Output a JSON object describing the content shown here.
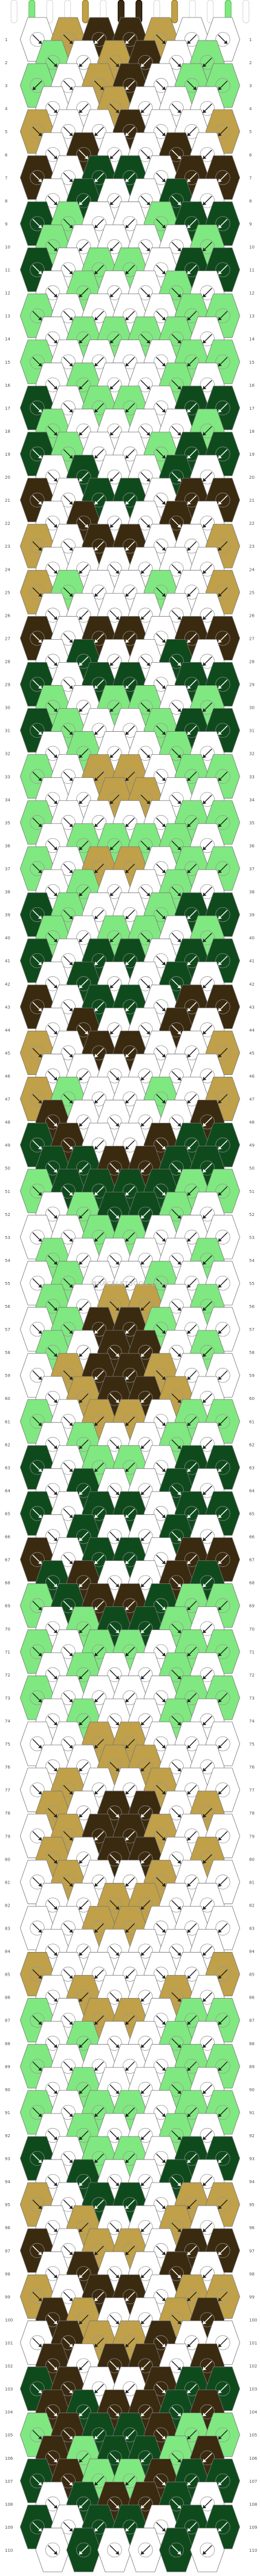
{
  "pattern": {
    "rows": 110,
    "knots_per_row_even": 7,
    "knots_per_row_odd": 6,
    "strands": 14,
    "watermark": "BRACELETBOOK.COM",
    "colors": {
      "A": "#ffffff",
      "B": "#80e880",
      "C": "#c0a048",
      "D": "#3a2a10",
      "E": "#0f4a1c"
    },
    "strand_colors_top": [
      "A",
      "B",
      "A",
      "A",
      "C",
      "A",
      "D",
      "D",
      "A",
      "C",
      "A",
      "A",
      "B",
      "A"
    ],
    "row_labels": [
      "1",
      "2",
      "3",
      "4",
      "5",
      "6",
      "7",
      "8",
      "9",
      "10",
      "11",
      "12",
      "13",
      "14",
      "15",
      "16",
      "17",
      "18",
      "19",
      "20",
      "21",
      "22",
      "23",
      "24",
      "25",
      "26",
      "27",
      "28",
      "29",
      "30",
      "31",
      "32",
      "33",
      "34",
      "35",
      "36",
      "37",
      "38",
      "39",
      "40",
      "41",
      "42",
      "43",
      "44",
      "45",
      "46",
      "47",
      "48",
      "49",
      "50",
      "51",
      "52",
      "53",
      "54",
      "55",
      "56",
      "57",
      "58",
      "59",
      "60",
      "61",
      "62",
      "63",
      "64",
      "65",
      "66",
      "67",
      "68",
      "69",
      "70",
      "71",
      "72",
      "73",
      "74",
      "75",
      "76",
      "77",
      "78",
      "79",
      "80",
      "81",
      "82",
      "83",
      "84",
      "85",
      "86",
      "87",
      "88",
      "89",
      "90",
      "91",
      "92",
      "93",
      "94",
      "95",
      "96",
      "97",
      "98",
      "99",
      "100",
      "101",
      "102",
      "103",
      "104",
      "105",
      "106",
      "107",
      "108",
      "109",
      "110"
    ],
    "knots": [
      [
        "A:fl",
        "C:f",
        "D:b",
        "D:b",
        "C:f",
        "A:b",
        "A:fl"
      ],
      [
        "B:f",
        "A:b",
        "C:f",
        "D:b",
        "A:fl",
        "B:b"
      ],
      [
        "B:b",
        "A:fl",
        "C:f",
        "D:b",
        "A:fl",
        "B:f",
        "B:b"
      ],
      [
        "A:f",
        "A:b",
        "C:f",
        "A:b",
        "A:f",
        "A:b"
      ],
      [
        "C:f",
        "A:fl",
        "A:b",
        "D:b",
        "A:f",
        "A:b",
        "C:b"
      ],
      [
        "A:f",
        "D:fl",
        "A:b",
        "A:fl",
        "D:f",
        "A:b"
      ],
      [
        "D:f",
        "A:fl",
        "E:b",
        "E:b",
        "A:fl",
        "D:b",
        "D:b"
      ],
      [
        "A:f",
        "E:b",
        "A:b",
        "A:fl",
        "E:f",
        "A:b"
      ],
      [
        "E:f",
        "B:fl",
        "A:b",
        "A:b",
        "B:f",
        "E:b",
        "E:b"
      ],
      [
        "B:f",
        "A:b",
        "A:b",
        "A:fl",
        "A:f",
        "B:b"
      ],
      [
        "E:f",
        "A:fl",
        "B:b",
        "B:b",
        "A:fl",
        "E:b",
        "E:b"
      ],
      [
        "A:f",
        "B:b",
        "A:b",
        "A:fl",
        "B:f",
        "A:b"
      ],
      [
        "B:f",
        "A:fl",
        "A:b",
        "A:b",
        "A:f",
        "B:b",
        "B:b"
      ],
      [
        "A:f",
        "B:b",
        "B:b",
        "B:fl",
        "B:f",
        "A:b"
      ],
      [
        "B:f",
        "A:fl",
        "A:b",
        "A:b",
        "A:f",
        "B:b",
        "B:b"
      ],
      [
        "A:f",
        "B:b",
        "A:b",
        "A:fl",
        "B:f",
        "A:b"
      ],
      [
        "E:f",
        "A:fl",
        "B:b",
        "B:b",
        "A:fl",
        "E:b",
        "E:b"
      ],
      [
        "B:f",
        "A:b",
        "A:b",
        "A:fl",
        "A:f",
        "B:b"
      ],
      [
        "E:f",
        "B:fl",
        "A:b",
        "A:b",
        "B:f",
        "E:b",
        "E:b"
      ],
      [
        "A:f",
        "E:b",
        "A:b",
        "A:fl",
        "E:f",
        "A:b"
      ],
      [
        "D:f",
        "A:fl",
        "E:b",
        "E:b",
        "A:fl",
        "D:b",
        "D:b"
      ],
      [
        "A:f",
        "D:fl",
        "A:b",
        "A:fl",
        "D:f",
        "A:b"
      ],
      [
        "C:f",
        "A:fl",
        "D:b",
        "D:b",
        "A:f",
        "A:b",
        "C:b"
      ],
      [
        "A:f",
        "A:b",
        "A:f",
        "A:b",
        "A:f",
        "A:b"
      ],
      [
        "C:f",
        "B:fl",
        "A:b",
        "A:b",
        "B:f",
        "A:b",
        "C:b"
      ],
      [
        "A:f",
        "A:b",
        "A:f",
        "A:b",
        "A:f",
        "A:b"
      ],
      [
        "D:f",
        "A:fl",
        "D:b",
        "D:b",
        "A:fl",
        "D:b",
        "D:b"
      ],
      [
        "A:f",
        "E:b",
        "A:b",
        "A:fl",
        "E:f",
        "A:b"
      ],
      [
        "E:f",
        "A:fl",
        "E:b",
        "E:b",
        "A:fl",
        "E:b",
        "E:b"
      ],
      [
        "B:f",
        "A:b",
        "B:b",
        "B:fl",
        "A:f",
        "B:b"
      ],
      [
        "E:f",
        "B:fl",
        "A:b",
        "A:b",
        "B:f",
        "E:b",
        "E:b"
      ],
      [
        "A:f",
        "B:b",
        "A:b",
        "A:fl",
        "B:f",
        "A:b"
      ],
      [
        "B:f",
        "A:fl",
        "C:b",
        "C:b",
        "A:f",
        "B:b",
        "B:b"
      ],
      [
        "A:f",
        "A:b",
        "C:b",
        "C:fl",
        "A:f",
        "A:b"
      ],
      [
        "B:f",
        "A:fl",
        "A:b",
        "A:b",
        "A:f",
        "B:b",
        "B:b"
      ],
      [
        "A:f",
        "B:b",
        "B:b",
        "B:fl",
        "B:f",
        "A:b"
      ],
      [
        "B:f",
        "A:fl",
        "C:b",
        "C:b",
        "A:f",
        "B:b",
        "B:b"
      ],
      [
        "A:f",
        "B:b",
        "A:b",
        "A:fl",
        "B:f",
        "A:b"
      ],
      [
        "E:f",
        "B:fl",
        "A:b",
        "A:b",
        "B:f",
        "E:b",
        "E:b"
      ],
      [
        "B:f",
        "A:b",
        "B:b",
        "B:fl",
        "A:f",
        "B:b"
      ],
      [
        "E:f",
        "A:fl",
        "E:b",
        "E:b",
        "A:fl",
        "E:b",
        "E:b"
      ],
      [
        "A:f",
        "E:b",
        "A:b",
        "A:fl",
        "E:f",
        "A:b"
      ],
      [
        "D:f",
        "A:fl",
        "E:b",
        "E:b",
        "A:fl",
        "D:b",
        "D:b"
      ],
      [
        "A:f",
        "D:fl",
        "A:b",
        "A:fl",
        "D:f",
        "A:b"
      ],
      [
        "C:f",
        "A:fl",
        "D:b",
        "D:b",
        "A:f",
        "A:b",
        "C:b"
      ],
      [
        "A:f",
        "A:b",
        "A:f",
        "A:b",
        "A:f",
        "A:b"
      ],
      [
        "C:f",
        "B:fl",
        "A:b",
        "A:b",
        "B:f",
        "A:b",
        "C:b"
      ],
      [
        "D:f",
        "A:b",
        "A:f",
        "A:b",
        "A:f",
        "D:b"
      ],
      [
        "E:f",
        "D:fl",
        "A:b",
        "A:b",
        "D:f",
        "E:b",
        "E:b"
      ],
      [
        "E:f",
        "E:b",
        "D:f",
        "D:b",
        "E:f",
        "E:b"
      ],
      [
        "B:f",
        "E:fl",
        "E:b",
        "E:b",
        "E:f",
        "B:b",
        "B:b"
      ],
      [
        "A:f",
        "B:b",
        "E:f",
        "E:b",
        "B:f",
        "A:b"
      ],
      [
        "A:f",
        "A:fl",
        "B:b",
        "B:b",
        "A:f",
        "A:b",
        "A:b"
      ],
      [
        "B:f",
        "A:b",
        "A:f",
        "A:b",
        "A:f",
        "B:b"
      ],
      [
        "A:f",
        "B:fl",
        "A:b",
        "A:b",
        "B:f",
        "A:b",
        "A:b"
      ],
      [
        "B:f",
        "A:b",
        "C:f",
        "C:b",
        "A:f",
        "B:b"
      ],
      [
        "A:f",
        "B:fl",
        "D:b",
        "D:b",
        "B:f",
        "A:b",
        "A:b"
      ],
      [
        "B:f",
        "A:b",
        "D:f",
        "D:b",
        "A:f",
        "B:b"
      ],
      [
        "A:f",
        "C:fl",
        "D:b",
        "D:b",
        "C:f",
        "A:b",
        "A:b"
      ],
      [
        "A:f",
        "C:b",
        "D:f",
        "D:b",
        "C:f",
        "A:b"
      ],
      [
        "B:f",
        "A:fl",
        "C:b",
        "C:b",
        "A:f",
        "B:b",
        "B:b"
      ],
      [
        "A:f",
        "B:b",
        "A:f",
        "A:b",
        "B:f",
        "A:b"
      ],
      [
        "E:f",
        "A:fl",
        "B:b",
        "B:b",
        "A:f",
        "E:b",
        "E:b"
      ],
      [
        "A:f",
        "E:b",
        "A:f",
        "A:b",
        "E:f",
        "A:b"
      ],
      [
        "E:f",
        "A:fl",
        "E:b",
        "E:b",
        "A:f",
        "E:b",
        "E:b"
      ],
      [
        "A:f",
        "E:b",
        "A:f",
        "A:b",
        "E:f",
        "A:b"
      ],
      [
        "D:f",
        "A:fl",
        "E:b",
        "E:b",
        "A:f",
        "D:b",
        "D:b"
      ],
      [
        "E:f",
        "D:b",
        "A:f",
        "A:b",
        "D:f",
        "E:b"
      ],
      [
        "B:f",
        "E:fl",
        "D:b",
        "D:b",
        "E:f",
        "B:b",
        "B:b"
      ],
      [
        "A:f",
        "B:b",
        "E:f",
        "E:b",
        "B:f",
        "A:b"
      ],
      [
        "B:f",
        "A:fl",
        "B:b",
        "B:b",
        "A:f",
        "B:b",
        "B:b"
      ],
      [
        "A:f",
        "B:b",
        "A:f",
        "A:b",
        "B:f",
        "A:b"
      ],
      [
        "B:f",
        "A:fl",
        "A:b",
        "A:b",
        "A:f",
        "B:b",
        "B:b"
      ],
      [
        "A:f",
        "B:b",
        "A:f",
        "A:b",
        "B:f",
        "A:b"
      ],
      [
        "A:f",
        "A:fl",
        "C:b",
        "C:b",
        "A:f",
        "A:b",
        "A:b"
      ],
      [
        "A:f",
        "A:b",
        "C:f",
        "C:b",
        "A:f",
        "A:b"
      ],
      [
        "A:f",
        "C:fl",
        "A:b",
        "A:b",
        "C:f",
        "A:b",
        "A:b"
      ],
      [
        "C:f",
        "A:b",
        "D:f",
        "D:b",
        "A:f",
        "C:b"
      ],
      [
        "A:f",
        "C:fl",
        "D:b",
        "D:b",
        "C:f",
        "A:b",
        "A:b"
      ],
      [
        "C:f",
        "A:b",
        "D:f",
        "D:b",
        "A:f",
        "C:b"
      ],
      [
        "A:f",
        "C:fl",
        "A:b",
        "A:b",
        "C:f",
        "A:b",
        "A:b"
      ],
      [
        "A:f",
        "A:b",
        "C:f",
        "C:b",
        "A:f",
        "A:b"
      ],
      [
        "A:f",
        "A:fl",
        "C:b",
        "C:b",
        "A:f",
        "A:b",
        "A:b"
      ],
      [
        "A:f",
        "A:b",
        "A:f",
        "A:b",
        "A:f",
        "A:b"
      ],
      [
        "C:f",
        "A:fl",
        "A:b",
        "A:b",
        "A:f",
        "A:b",
        "C:b"
      ],
      [
        "A:f",
        "C:b",
        "A:f",
        "A:b",
        "C:f",
        "A:b"
      ],
      [
        "B:f",
        "A:fl",
        "C:b",
        "C:b",
        "A:f",
        "B:b",
        "B:b"
      ],
      [
        "A:f",
        "B:b",
        "A:f",
        "A:b",
        "B:f",
        "A:b"
      ],
      [
        "B:f",
        "A:fl",
        "A:b",
        "A:b",
        "A:f",
        "B:b",
        "B:b"
      ],
      [
        "A:f",
        "B:b",
        "A:f",
        "A:b",
        "B:f",
        "A:b"
      ],
      [
        "B:f",
        "A:fl",
        "B:b",
        "B:b",
        "A:f",
        "B:b",
        "B:b"
      ],
      [
        "A:f",
        "B:b",
        "A:f",
        "A:b",
        "B:f",
        "A:b"
      ],
      [
        "E:f",
        "A:fl",
        "B:b",
        "B:b",
        "A:f",
        "E:b",
        "E:b"
      ],
      [
        "A:f",
        "E:b",
        "A:f",
        "A:b",
        "E:f",
        "A:b"
      ],
      [
        "C:f",
        "A:fl",
        "E:b",
        "E:b",
        "A:f",
        "C:b",
        "C:b"
      ],
      [
        "A:f",
        "C:b",
        "A:f",
        "A:b",
        "C:f",
        "A:b"
      ],
      [
        "D:f",
        "A:fl",
        "C:b",
        "C:b",
        "A:f",
        "D:b",
        "D:b"
      ],
      [
        "A:f",
        "D:b",
        "A:f",
        "A:b",
        "D:f",
        "A:b"
      ],
      [
        "C:f",
        "A:fl",
        "D:b",
        "D:b",
        "A:f",
        "C:b",
        "C:b"
      ],
      [
        "D:f",
        "C:b",
        "A:f",
        "A:b",
        "C:f",
        "D:b"
      ],
      [
        "A:f",
        "D:fl",
        "C:b",
        "C:b",
        "D:f",
        "A:b",
        "A:b"
      ],
      [
        "D:f",
        "A:b",
        "D:f",
        "D:b",
        "A:f",
        "D:b"
      ],
      [
        "E:f",
        "D:fl",
        "A:b",
        "A:b",
        "D:f",
        "E:b",
        "E:b"
      ],
      [
        "D:f",
        "E:b",
        "D:f",
        "D:b",
        "E:f",
        "D:b"
      ],
      [
        "B:f",
        "D:fl",
        "E:b",
        "E:b",
        "D:f",
        "B:b",
        "B:b"
      ],
      [
        "D:f",
        "B:b",
        "E:f",
        "E:b",
        "B:f",
        "D:b"
      ],
      [
        "E:f",
        "D:fl",
        "B:b",
        "B:b",
        "D:f",
        "E:b",
        "E:b"
      ],
      [
        "A:f",
        "E:b",
        "D:f",
        "D:b",
        "E:f",
        "A:b"
      ],
      [
        "E:f",
        "A:fl",
        "E:b",
        "E:b",
        "A:f",
        "E:b",
        "E:b"
      ],
      [
        "A:f",
        "E:b",
        "A:f",
        "A:b",
        "E:f",
        "A:b"
      ]
    ]
  }
}
